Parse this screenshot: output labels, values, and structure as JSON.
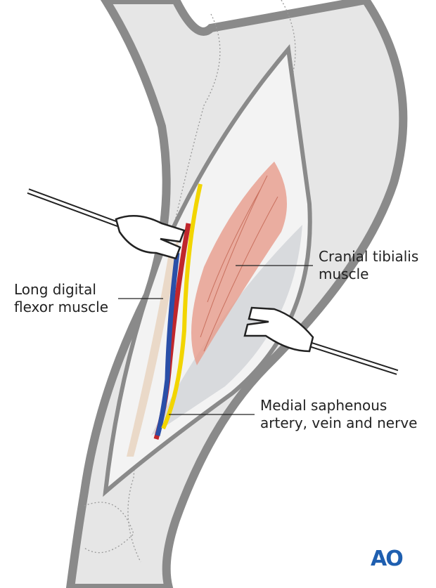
{
  "labels": {
    "cranial_tibialis": [
      "Cranial tibialis",
      "muscle"
    ],
    "long_digital_flexor": [
      "Long digital",
      "flexor muscle"
    ],
    "medial_saphenous": [
      "Medial saphenous",
      "artery, vein and nerve"
    ]
  },
  "logo": "AO",
  "colors": {
    "artery": "#c0262c",
    "vein": "#2a4fa8",
    "nerve": "#f2d500",
    "muscle": "#e8a090",
    "skin": "#e6e6e6",
    "outline": "#8a8a8a",
    "logo": "#1f5fb0"
  }
}
